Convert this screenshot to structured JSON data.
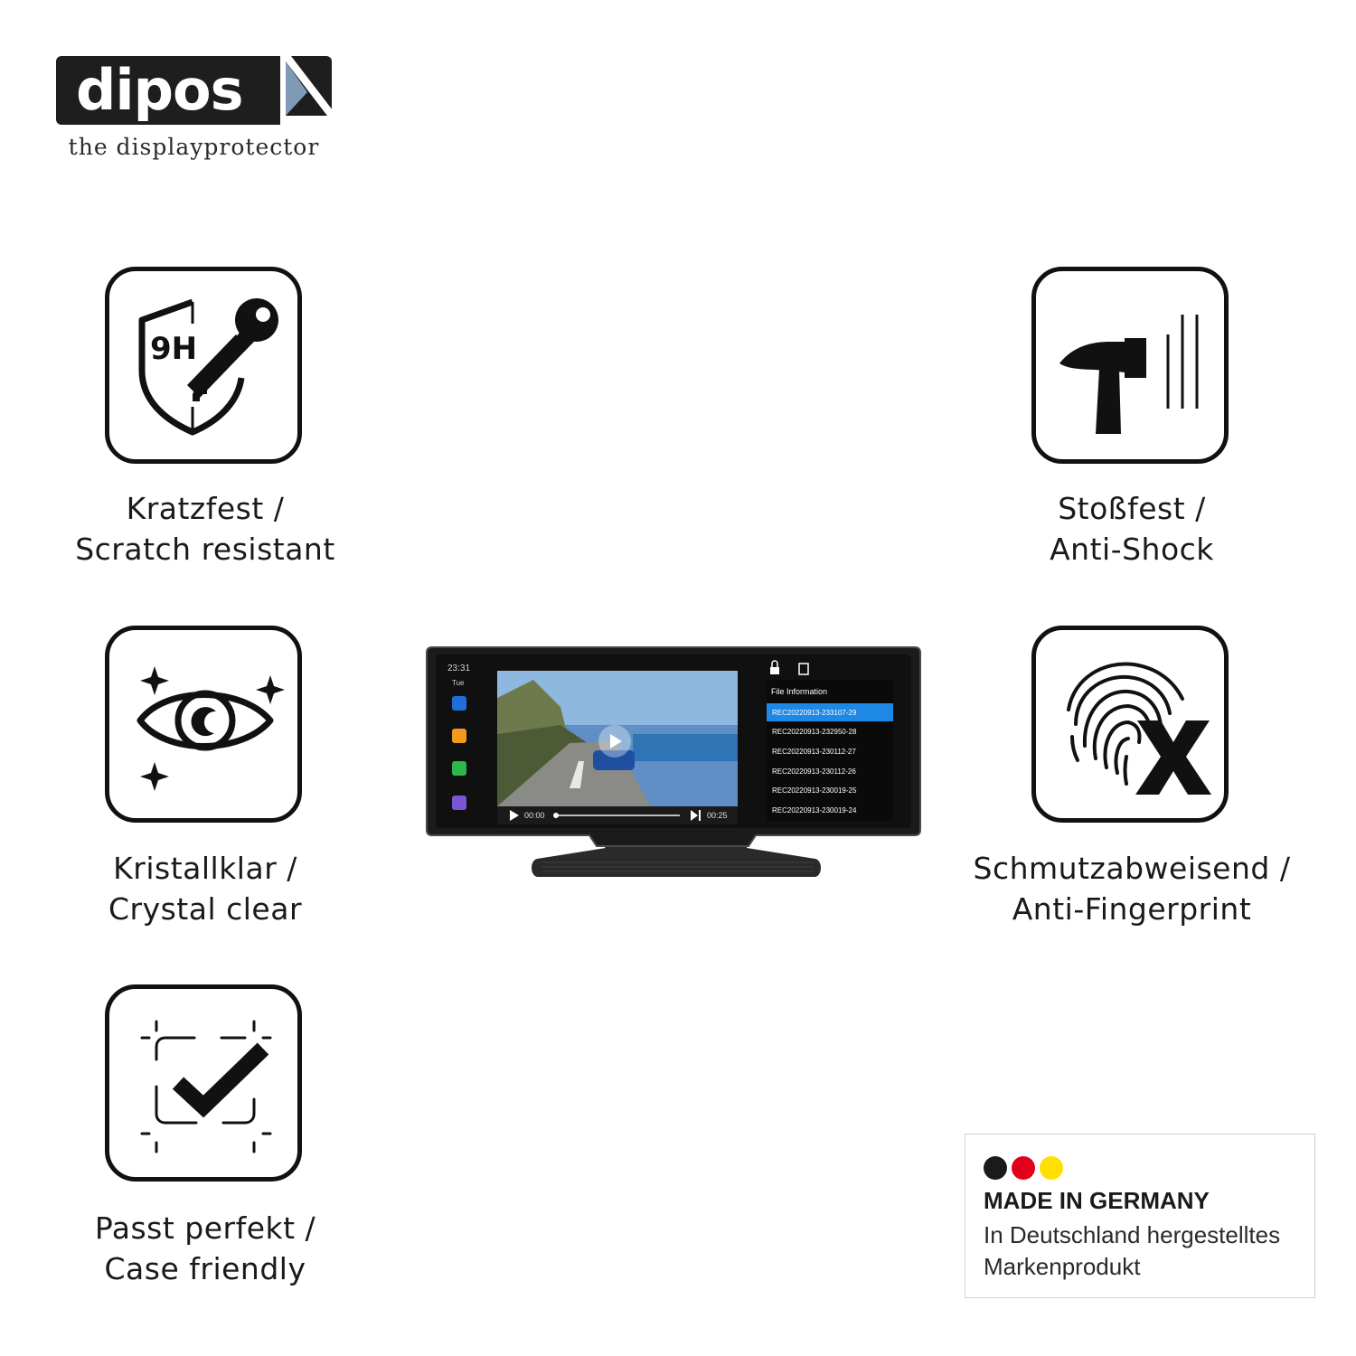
{
  "brand": {
    "logo_text": "dipos",
    "tagline": "the displayprotector"
  },
  "features": [
    {
      "line1": "Kratzfest /",
      "line2": "Scratch resistant",
      "icon": "shield-9h-key-icon"
    },
    {
      "line1": "Stoßfest /",
      "line2": "Anti-Shock",
      "icon": "hammer-icon"
    },
    {
      "line1": "Kristallklar /",
      "line2": "Crystal clear",
      "icon": "eye-sparkle-icon"
    },
    {
      "line1": "Schmutzabweisend /",
      "line2": "Anti-Fingerprint",
      "icon": "fingerprint-x-icon"
    },
    {
      "line1": "Passt perfekt /",
      "line2": "Case friendly",
      "icon": "frame-check-icon"
    }
  ],
  "shield_label": "9H",
  "made_in_germany": {
    "title": "MADE IN GERMANY",
    "line1": "In Deutschland hergestelltes",
    "line2": "Markenprodukt",
    "flag_colors": [
      "#1a1a1a",
      "#e3001b",
      "#ffe000"
    ]
  },
  "device_screen": {
    "time": "23:31",
    "day": "Tue",
    "panel_title": "File Information",
    "files": [
      "REC20220913-233107-29",
      "REC20220913-232950-28",
      "REC20220913-230112-27",
      "REC20220913-230112-26",
      "REC20220913-230019-25",
      "REC20220913-230019-24"
    ],
    "selected_index": 0,
    "time_start": "00:00",
    "time_end": "00:25",
    "accent_color": "#1e88e5"
  }
}
